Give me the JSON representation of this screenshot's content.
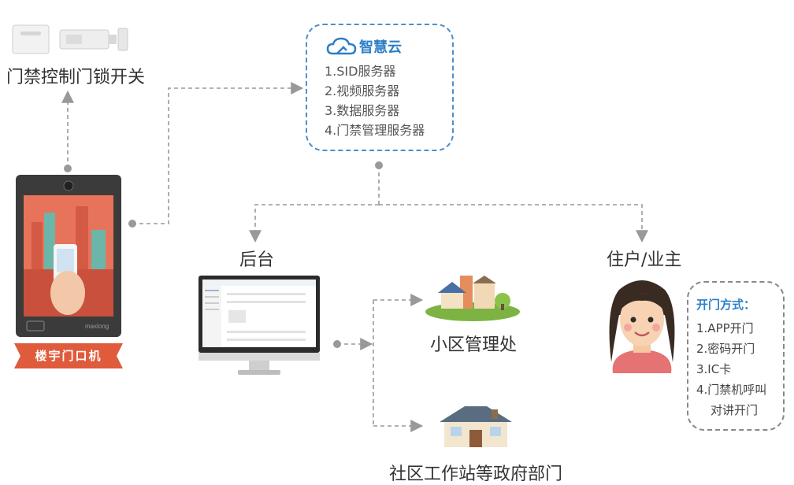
{
  "nodes": {
    "lock_switch": "门禁控制门锁开关",
    "cloud_title": "智慧云",
    "cloud_items": [
      "1.SID服务器",
      "2.视频服务器",
      "3.数据服务器",
      "4.门禁管理服务器"
    ],
    "backend": "后台",
    "resident": "住户/业主",
    "property_office": "小区管理处",
    "government": "社区工作站等政府部门",
    "intercom_device": "楼宇门口机",
    "device_brand": "maxlong"
  },
  "door_methods": {
    "title": "开门方式：",
    "items": [
      "1.APP开门",
      "2.密码开门",
      "3.IC卡",
      "4.门禁机呼叫",
      "对讲开门"
    ]
  },
  "colors": {
    "cloud_accent": "#2c7fc8",
    "connector": "#999999",
    "ribbon": "#e05a3c",
    "device_screen": "#e8735b"
  }
}
